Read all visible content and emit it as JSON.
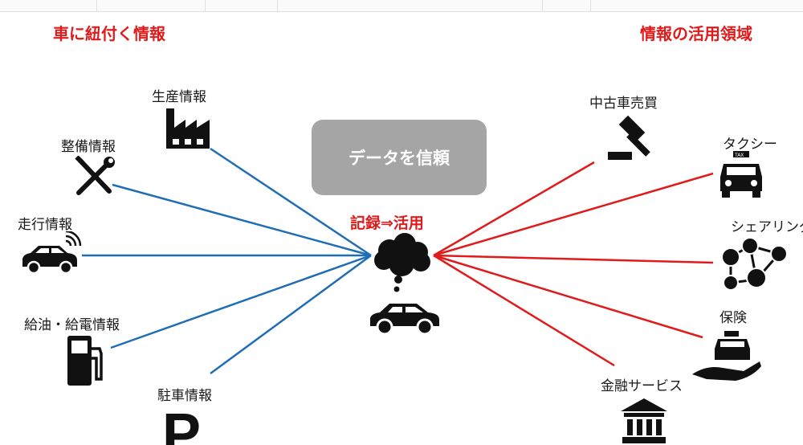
{
  "header_left": "車に紐付く情報",
  "header_right": "情報の活用領域",
  "center": {
    "box": "データを信頼",
    "label": "記録⇒活用"
  },
  "left_items": {
    "production": "生産情報",
    "maintenance": "整備情報",
    "driving": "走行情報",
    "fueling": "給油・給電情報",
    "parking": "駐車情報"
  },
  "right_items": {
    "used_car": "中古車売買",
    "taxi": "タクシー",
    "sharing": "シェアリング",
    "insurance": "保険",
    "finance": "金融サービス"
  },
  "colors": {
    "left_lines": "#1f6eb5",
    "right_lines": "#e01b1b",
    "accent_text": "#e01b1b",
    "box": "#a5a5a5"
  },
  "icons": [
    "factory-icon",
    "wrench-screwdriver-icon",
    "connected-car-icon",
    "fuel-pump-icon",
    "parking-icon",
    "cloud-icon",
    "car-icon",
    "gavel-icon",
    "taxi-icon",
    "network-people-icon",
    "hand-taxi-icon",
    "bank-icon"
  ]
}
